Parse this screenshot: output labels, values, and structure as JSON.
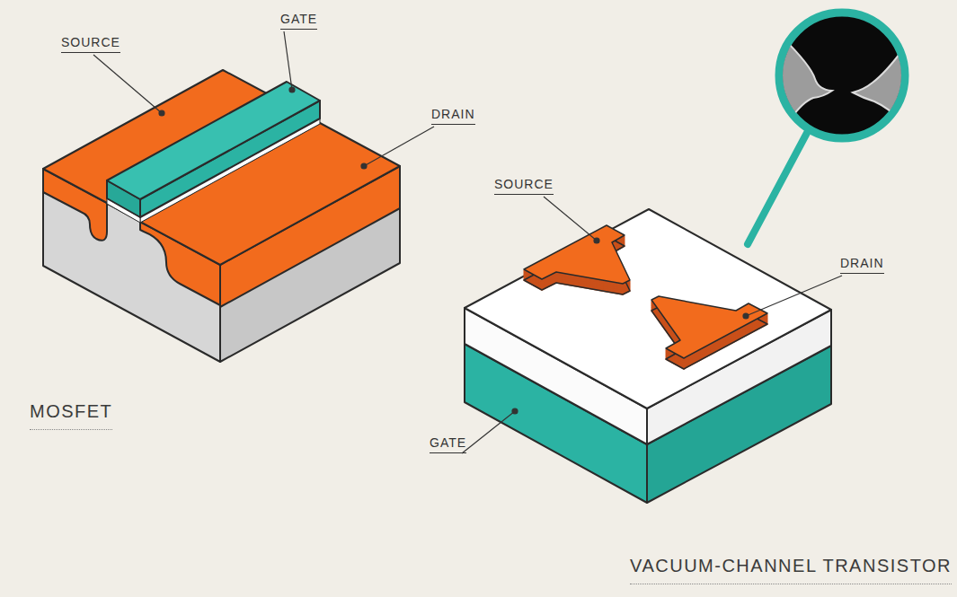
{
  "diagram": {
    "labels": [
      "SOURCE",
      "GATE",
      "DRAIN",
      "MOSFET",
      "SOURCE",
      "DRAIN",
      "GATE",
      "VACUUM-CHANNEL TRANSISTOR"
    ]
  }
}
